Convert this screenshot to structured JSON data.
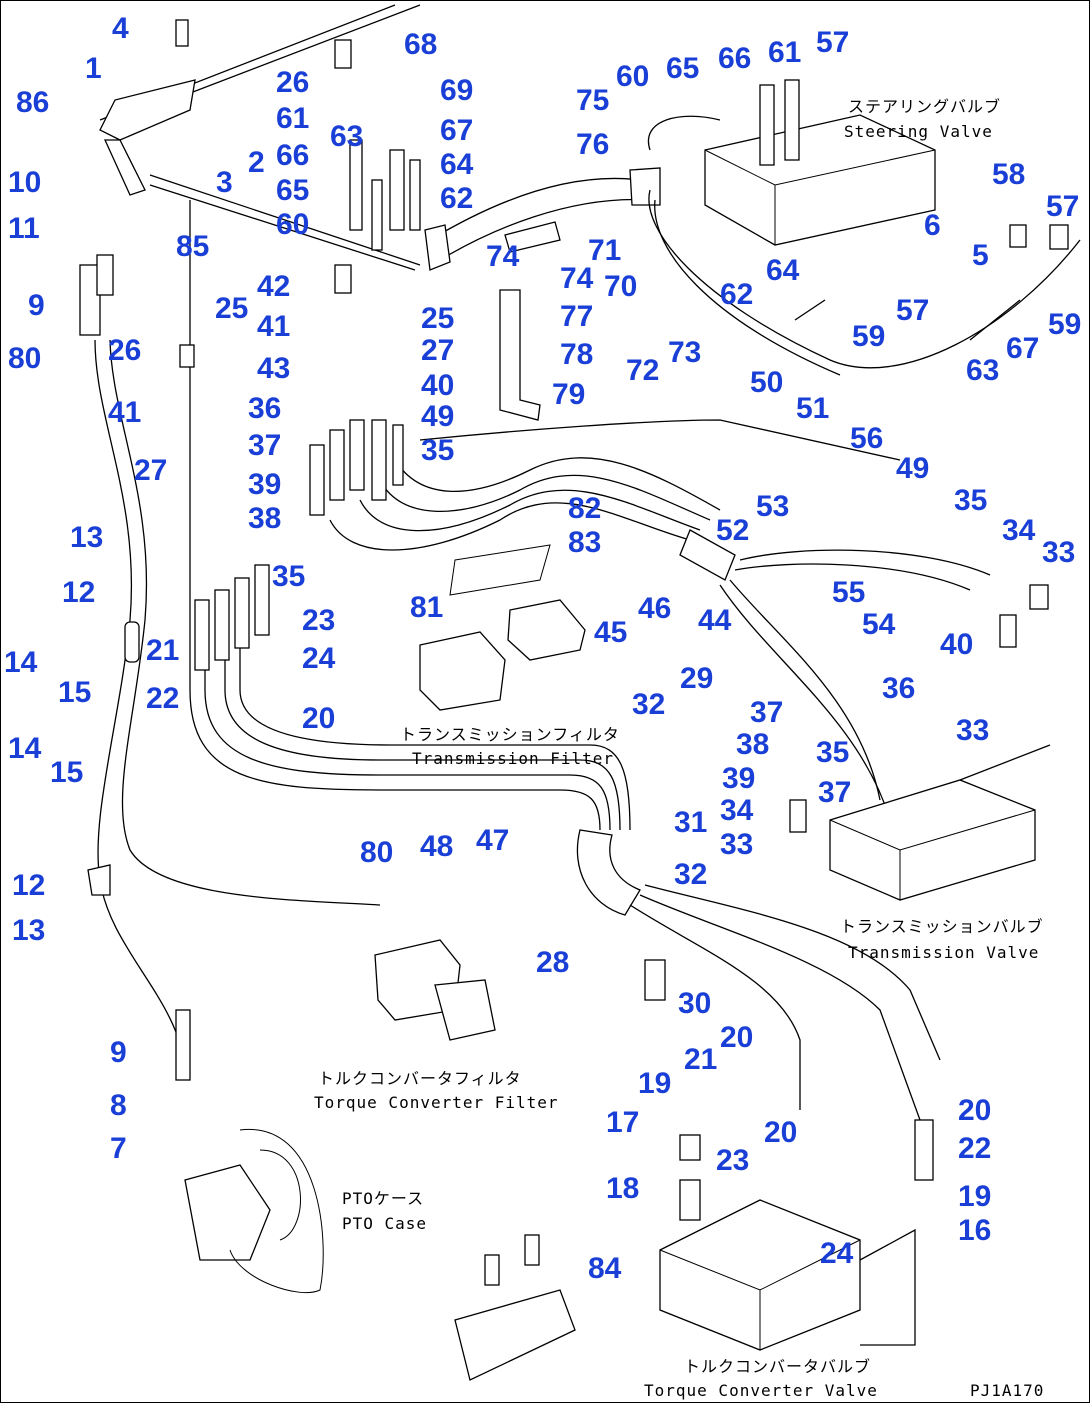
{
  "callouts": [
    "1",
    "2",
    "3",
    "4",
    "5",
    "6",
    "7",
    "8",
    "9",
    "9",
    "10",
    "11",
    "12",
    "12",
    "13",
    "13",
    "14",
    "14",
    "15",
    "15",
    "16",
    "17",
    "18",
    "19",
    "19",
    "20",
    "20",
    "20",
    "20",
    "21",
    "21",
    "22",
    "22",
    "23",
    "23",
    "24",
    "24",
    "25",
    "25",
    "26",
    "26",
    "27",
    "27",
    "28",
    "29",
    "30",
    "31",
    "32",
    "32",
    "33",
    "33",
    "33",
    "34",
    "34",
    "35",
    "35",
    "35",
    "35",
    "36",
    "36",
    "37",
    "37",
    "37",
    "38",
    "38",
    "39",
    "39",
    "40",
    "40",
    "41",
    "41",
    "42",
    "43",
    "44",
    "45",
    "46",
    "47",
    "48",
    "49",
    "49",
    "50",
    "51",
    "52",
    "53",
    "54",
    "55",
    "56",
    "57",
    "57",
    "57",
    "58",
    "59",
    "59",
    "60",
    "60",
    "61",
    "61",
    "62",
    "62",
    "63",
    "63",
    "64",
    "64",
    "65",
    "65",
    "66",
    "66",
    "67",
    "67",
    "68",
    "69",
    "70",
    "71",
    "72",
    "73",
    "74",
    "74",
    "75",
    "76",
    "77",
    "78",
    "79",
    "80",
    "80",
    "81",
    "82",
    "83",
    "84",
    "85",
    "86"
  ],
  "labels": {
    "steering_valve_jp": "ステアリングバルブ",
    "steering_valve_en": "Steering Valve",
    "transmission_filter_jp": "トランスミッションフィルタ",
    "transmission_filter_en": "Transmission Filter",
    "transmission_valve_jp": "トランスミッションバルブ",
    "transmission_valve_en": "Transmission Valve",
    "torque_converter_filter_jp": "トルクコンバータフィルタ",
    "torque_converter_filter_en": "Torque Converter Filter",
    "pto_case_jp": "PTOケース",
    "pto_case_en": "PTO Case",
    "torque_converter_valve_jp": "トルクコンバータバルブ",
    "torque_converter_valve_en": "Torque Converter Valve",
    "drawing_code": "PJ1A170"
  },
  "colors": {
    "callout": "#1a3fd6",
    "line": "#000000"
  }
}
